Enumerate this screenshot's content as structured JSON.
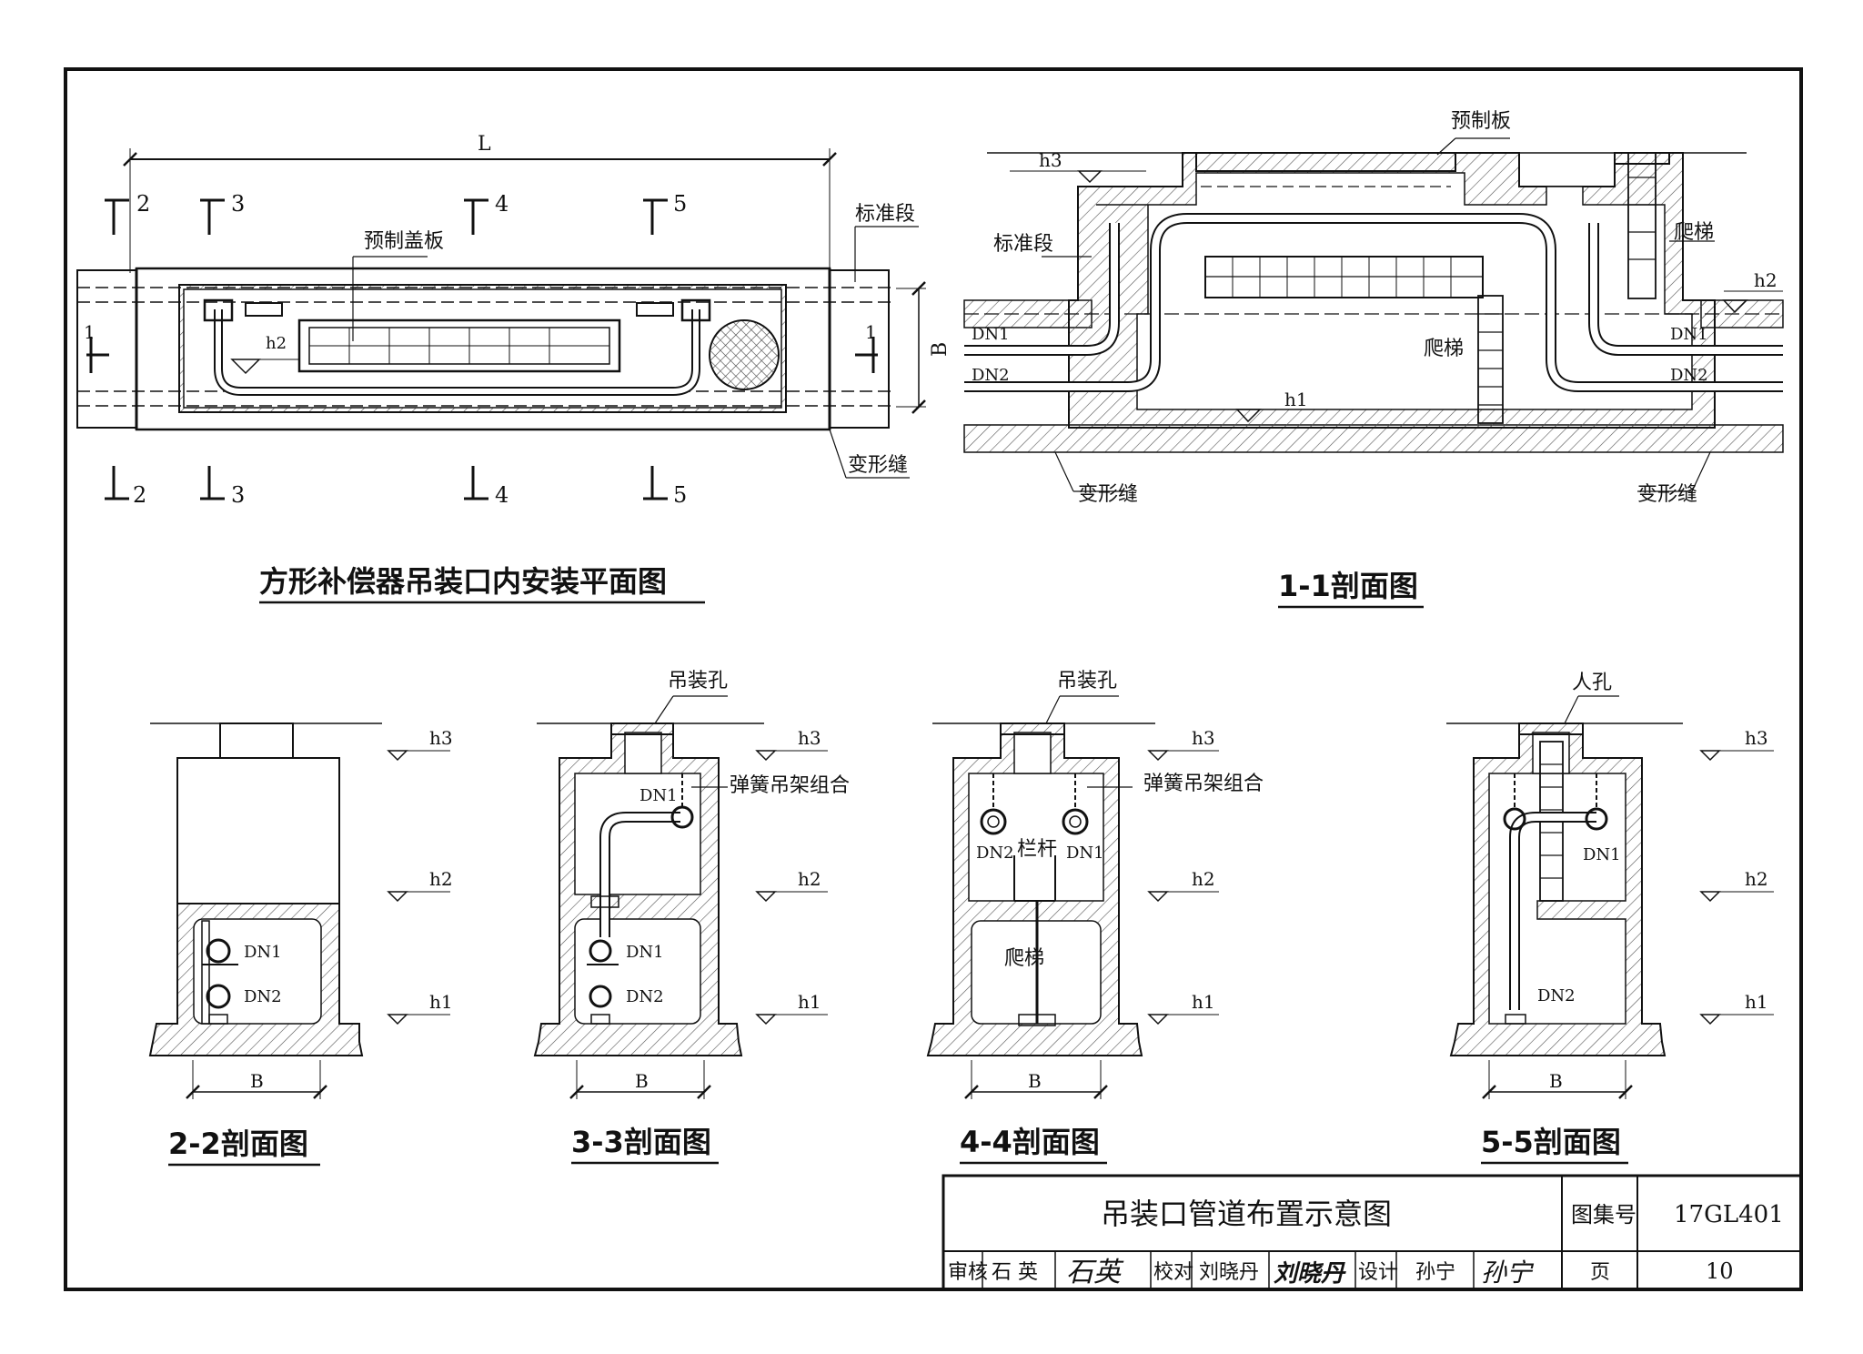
{
  "plan": {
    "title": "方形补偿器吊装口内安装平面图",
    "dim_L": "L",
    "dim_B": "B",
    "label_cover": "预制盖板",
    "label_standard": "标准段",
    "label_joint": "变形缝",
    "label_h2": "h2",
    "sec_1": "1",
    "sec_2": "2",
    "sec_3": "3",
    "sec_4": "4",
    "sec_5": "5"
  },
  "section11": {
    "title": "1-1剖面图",
    "label_slab": "预制板",
    "label_standard": "标准段",
    "label_ladder": "爬梯",
    "label_joint": "变形缝",
    "dn1": "DN1",
    "dn2": "DN2",
    "h1": "h1",
    "h2": "h2",
    "h3": "h3"
  },
  "sections": [
    {
      "title": "2-2剖面图",
      "dn1": "DN1",
      "dn2": "DN2",
      "b": "B",
      "h1": "h1",
      "h2": "h2",
      "h3": "h3"
    },
    {
      "title": "3-3剖面图",
      "top": "吊装孔",
      "hanger": "弹簧吊架组合",
      "dn1": "DN1",
      "dn2": "DN2",
      "b": "B",
      "h1": "h1",
      "h2": "h2",
      "h3": "h3"
    },
    {
      "title": "4-4剖面图",
      "top": "吊装孔",
      "hanger": "弹簧吊架组合",
      "dn1": "DN1",
      "dn2": "DN2",
      "rail": "栏杆",
      "ladder": "爬梯",
      "b": "B",
      "h1": "h1",
      "h2": "h2",
      "h3": "h3"
    },
    {
      "title": "5-5剖面图",
      "top": "人孔",
      "dn1": "DN1",
      "dn2": "DN2",
      "b": "B",
      "h1": "h1",
      "h2": "h2",
      "h3": "h3"
    }
  ],
  "title_block": {
    "drawing_title": "吊装口管道布置示意图",
    "atlas_label": "图集号",
    "atlas_no": "17GL401",
    "review_label": "审核",
    "reviewer": "石 英",
    "reviewer_sig": "石英",
    "check_label": "校对",
    "checker": "刘晓丹",
    "checker_sig": "刘晓丹",
    "design_label": "设计",
    "designer": "孙宁",
    "designer_sig": "孙宁",
    "page_label": "页",
    "page_no": "10"
  }
}
